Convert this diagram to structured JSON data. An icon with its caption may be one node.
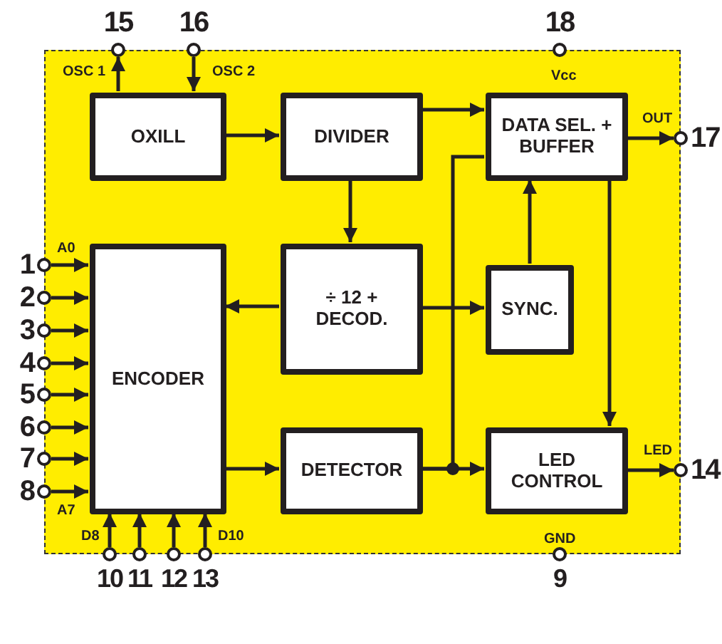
{
  "diagram": {
    "nodes": [
      {
        "text": [],
        "shape": "box"
      },
      {
        "text": [
          "OXILL"
        ],
        "in": 0
      },
      {
        "text": [
          "DIVIDER"
        ],
        "in": 0
      },
      {
        "text": [
          "DATA SEL. + BUFFER"
        ],
        "in": 0
      },
      {
        "text": [
          "÷ 12 + DECOD."
        ],
        "in": 0
      },
      {
        "text": [
          "SYNC."
        ],
        "in": 0
      },
      {
        "text": [
          "ENCODER"
        ],
        "in": 0
      },
      {
        "text": [
          "DETECTOR"
        ],
        "in": 0
      },
      {
        "text": [
          "LED CONTROL"
        ],
        "in": 0
      },
      {
        "text": [
          "15"
        ],
        "beside": [
          "OSC 1"
        ]
      },
      {
        "text": [
          "16"
        ],
        "beside": [
          "OSC 2"
        ]
      },
      {
        "text": [
          "18"
        ],
        "beside": [
          "Vcc"
        ]
      },
      {
        "text": [
          "17"
        ],
        "beside": [
          "OUT"
        ]
      },
      {
        "text": [
          "1"
        ],
        "beside": [
          "A0"
        ]
      },
      {
        "text": [
          "2"
        ]
      },
      {
        "text": [
          "3"
        ]
      },
      {
        "text": [
          "4"
        ]
      },
      {
        "text": [
          "5"
        ]
      },
      {
        "text": [
          "6"
        ]
      },
      {
        "text": [
          "7"
        ]
      },
      {
        "text": [
          "8"
        ],
        "beside": [
          "A7"
        ]
      },
      {
        "text": [
          "14"
        ],
        "beside": [
          "LED"
        ]
      },
      {
        "text": [
          "10"
        ],
        "beside": [
          "D8"
        ]
      },
      {
        "text": [
          "11"
        ]
      },
      {
        "text": [
          "12"
        ]
      },
      {
        "text": [
          "13"
        ],
        "beside": [
          "D10"
        ]
      },
      {
        "text": [
          "9"
        ],
        "beside": [
          "GND"
        ]
      }
    ],
    "edges": [
      {
        "from": 1,
        "to": 9,
        "arrow": "to"
      },
      {
        "from": 10,
        "to": 1,
        "arrow": "to"
      },
      {
        "from": 1,
        "to": 2,
        "arrow": "to"
      },
      {
        "from": 2,
        "to": 3,
        "arrow": "to"
      },
      {
        "from": 2,
        "to": 4,
        "arrow": "to"
      },
      {
        "from": 4,
        "to": 6,
        "arrow": "to"
      },
      {
        "from": 4,
        "to": 5,
        "arrow": "to"
      },
      {
        "from": 5,
        "to": 3,
        "arrow": "to"
      },
      {
        "from": 3,
        "to": 12,
        "arrow": "to"
      },
      {
        "from": 3,
        "to": 8,
        "arrow": "to"
      },
      {
        "from": 6,
        "to": 7,
        "arrow": "to"
      },
      {
        "from": 7,
        "to": 8,
        "arrow": "to"
      },
      {
        "from": 7,
        "to": 3,
        "arrow": "none"
      },
      {
        "from": 8,
        "to": 21,
        "arrow": "to"
      },
      {
        "from": 13,
        "to": 6,
        "arrow": "to"
      },
      {
        "from": 14,
        "to": 6,
        "arrow": "to"
      },
      {
        "from": 15,
        "to": 6,
        "arrow": "to"
      },
      {
        "from": 16,
        "to": 6,
        "arrow": "to"
      },
      {
        "from": 17,
        "to": 6,
        "arrow": "to"
      },
      {
        "from": 18,
        "to": 6,
        "arrow": "to"
      },
      {
        "from": 19,
        "to": 6,
        "arrow": "to"
      },
      {
        "from": 20,
        "to": 6,
        "arrow": "to"
      },
      {
        "from": 22,
        "to": 6,
        "arrow": "to"
      },
      {
        "from": 23,
        "to": 6,
        "arrow": "to"
      },
      {
        "from": 24,
        "to": 6,
        "arrow": "to"
      },
      {
        "from": 25,
        "to": 6,
        "arrow": "to"
      }
    ]
  }
}
